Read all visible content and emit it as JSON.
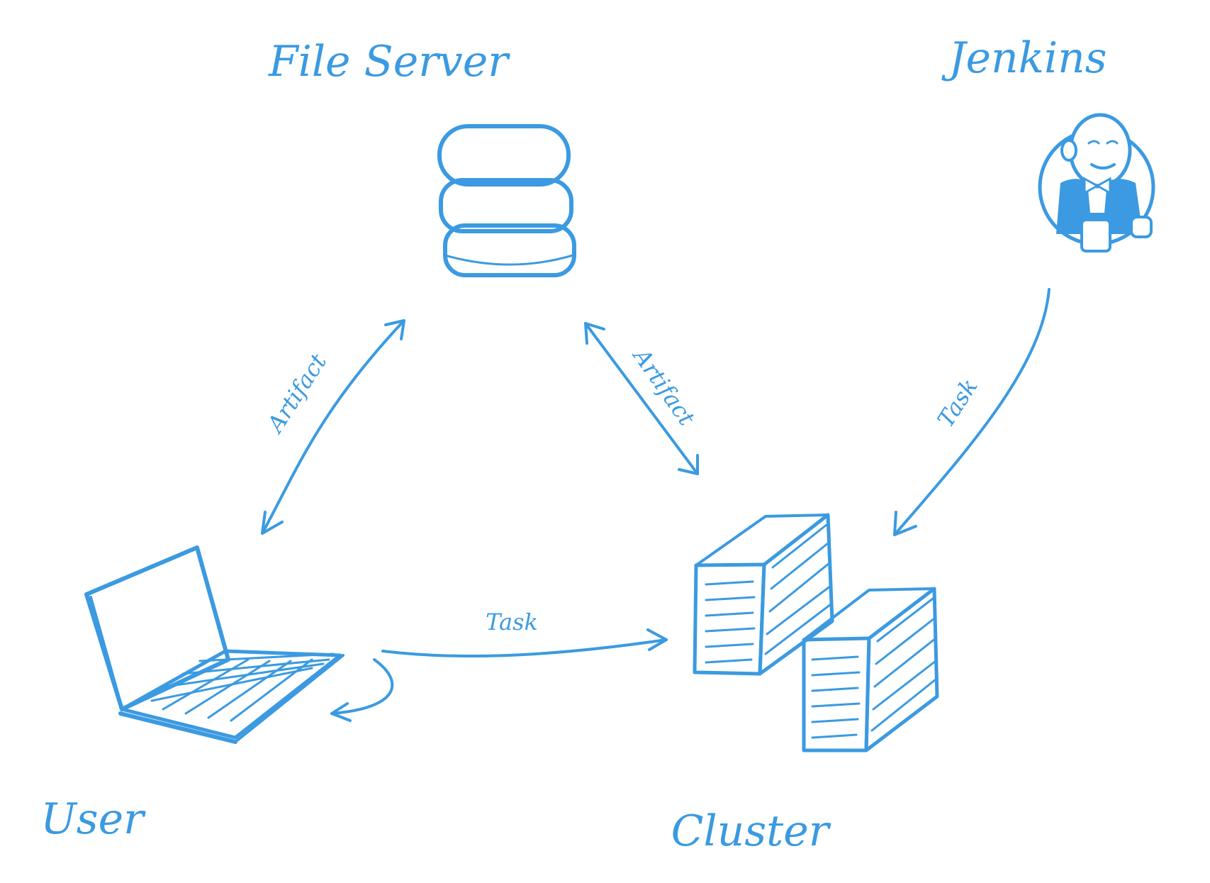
{
  "colors": {
    "ink": "#3b9ae1",
    "background": "#ffffff"
  },
  "nodes": {
    "file_server": {
      "label": "File Server",
      "icon": "database-icon"
    },
    "jenkins": {
      "label": "Jenkins",
      "icon": "jenkins-butler-icon"
    },
    "user": {
      "label": "User",
      "icon": "laptop-icon"
    },
    "cluster": {
      "label": "Cluster",
      "icon": "server-rack-icon"
    }
  },
  "edges": {
    "user_fileserver": {
      "label": "Artifact",
      "from": "User",
      "to": "File Server",
      "bidirectional": true
    },
    "fileserver_cluster": {
      "label": "Artifact",
      "from": "File Server",
      "to": "Cluster",
      "bidirectional": true
    },
    "jenkins_cluster": {
      "label": "Task",
      "from": "Jenkins",
      "to": "Cluster",
      "bidirectional": false
    },
    "user_cluster": {
      "label": "Task",
      "from": "User",
      "to": "Cluster",
      "bidirectional": false
    },
    "user_self": {
      "label": "",
      "from": "User",
      "to": "User",
      "bidirectional": false
    }
  }
}
